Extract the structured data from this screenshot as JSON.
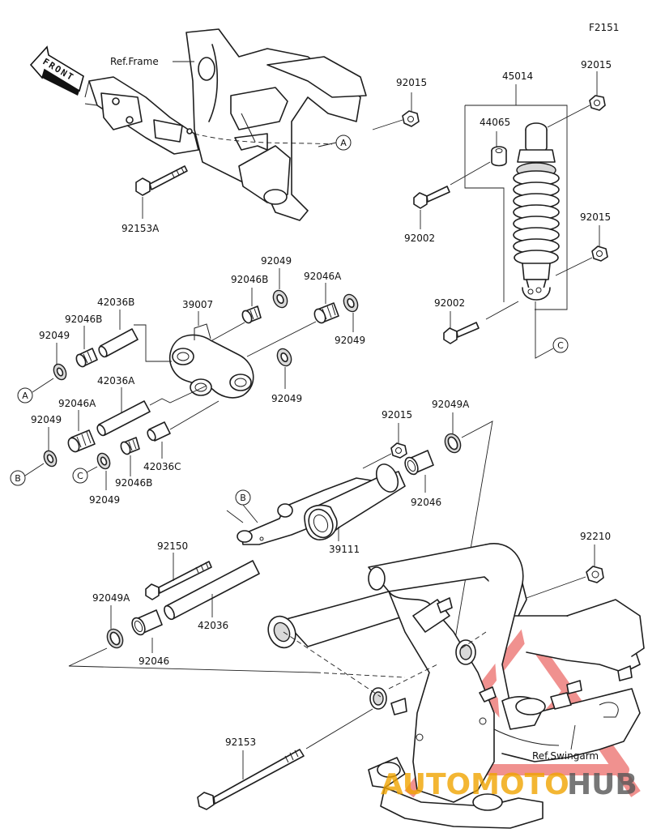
{
  "figure_code": "F2151",
  "front_label": "FRONT",
  "refs": {
    "frame": "Ref.Frame",
    "swingarm": "Ref.Swingarm"
  },
  "callouts": {
    "a": "A",
    "b": "B",
    "c": "C"
  },
  "parts": {
    "p92015_top": "92015",
    "p45014": "45014",
    "p92015_shock_top": "92015",
    "p44065": "44065",
    "p92002_top": "92002",
    "p92015_shock_bottom": "92015",
    "p92002_bottom": "92002",
    "p92153A": "92153A",
    "p92049_a": "92049",
    "p92046B_a": "92046B",
    "p92046A_a": "92046A",
    "p42036B": "42036B",
    "p39007": "39007",
    "p92046B_b": "92046B",
    "p92049_b": "92049",
    "p92049_c": "92049",
    "p92049_d": "92049",
    "p42036A": "42036A",
    "p92046A_b": "92046A",
    "p92049_e": "92049",
    "p92046B_c": "92046B",
    "p42036C": "42036C",
    "p92049_f": "92049",
    "p92015_mid": "92015",
    "p92049A_top": "92049A",
    "p92046_top": "92046",
    "p39111": "39111",
    "p92150": "92150",
    "p92049A_bottom": "92049A",
    "p42036": "42036",
    "p92046_bottom": "92046",
    "p92210": "92210",
    "p92153": "92153"
  },
  "watermark": {
    "part1": "AUTOMOTO",
    "part2": "HUB",
    "color1": "#f0a400",
    "color2": "#555555",
    "logo_color": "#e53935"
  }
}
